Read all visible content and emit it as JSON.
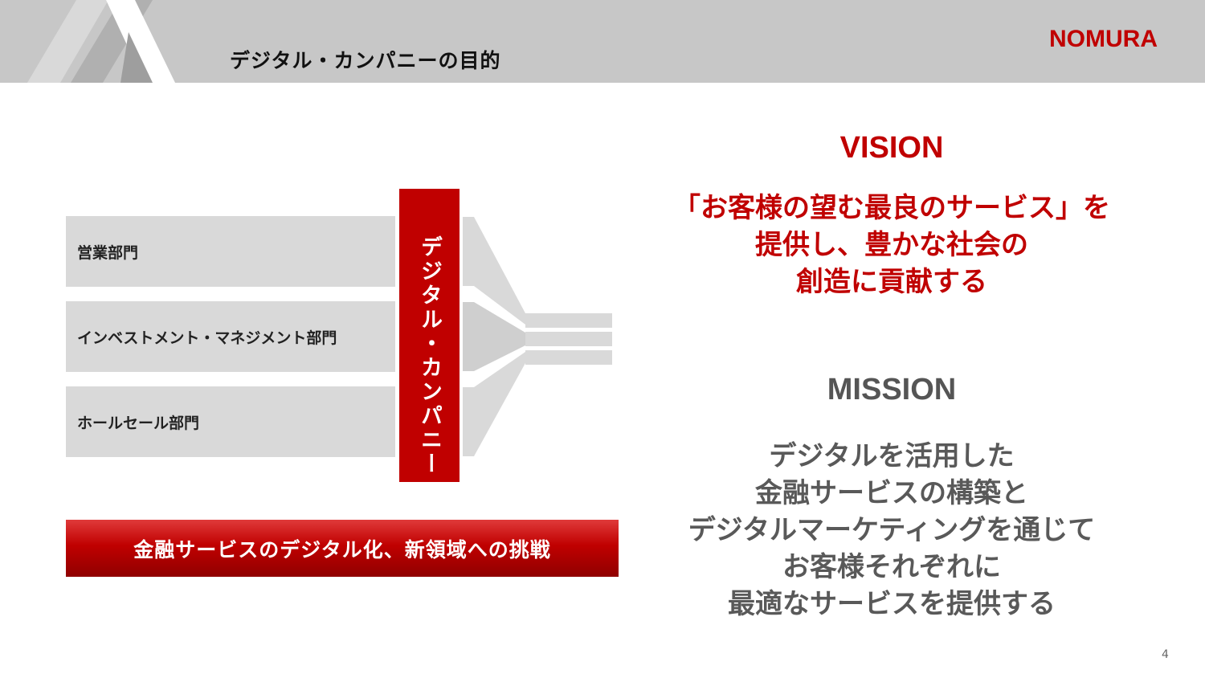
{
  "header": {
    "title": "デジタル・カンパニーの目的",
    "logo_text": "NOMURA",
    "background_color": "#c7c7c7",
    "logo_color": "#c00000"
  },
  "diagram": {
    "departments": [
      {
        "label": "営業部門"
      },
      {
        "label": "インベストメント・マネジメント部門"
      },
      {
        "label": "ホールセール部門"
      }
    ],
    "digital_company_label": "デジタル・カンパニー",
    "banner_label": "金融サービスのデジタル化、新領域への挑戦",
    "accent_color": "#c00000"
  },
  "vision": {
    "heading": "VISION",
    "lines": [
      "「お客様の望む最良のサービス」を",
      "提供し、豊かな社会の",
      "創造に貢献する"
    ]
  },
  "mission": {
    "heading": "MISSION",
    "lines": [
      "デジタルを活用した",
      "金融サービスの構築と",
      "デジタルマーケティングを通じて",
      "お客様それぞれに",
      "最適なサービスを提供する"
    ]
  },
  "footer": {
    "page_number": "4"
  }
}
